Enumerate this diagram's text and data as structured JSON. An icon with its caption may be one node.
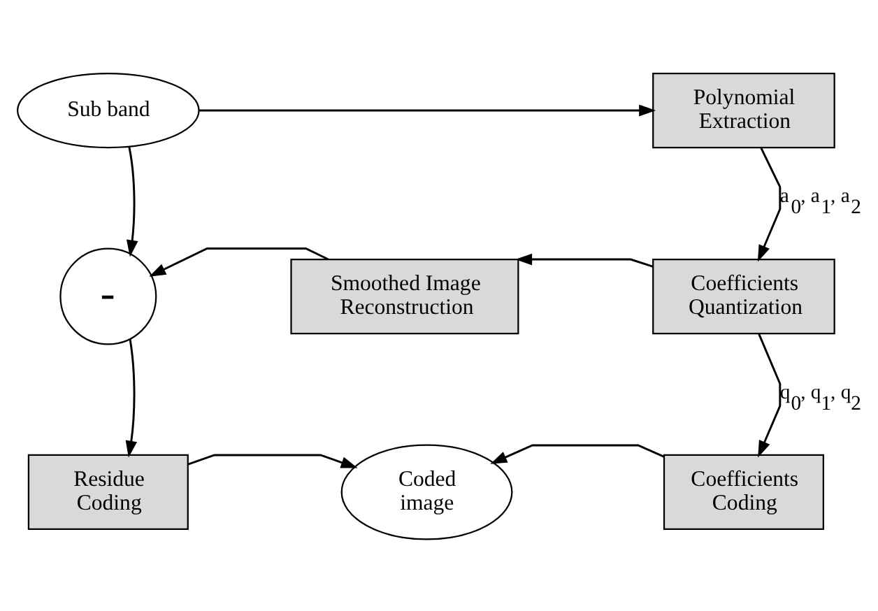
{
  "diagram": {
    "nodes": [
      {
        "text": [
          "Sub band"
        ]
      },
      {
        "text": [
          "Polynomial Extraction"
        ]
      },
      {
        "text": [
          "Coefficients Quantization"
        ]
      },
      {
        "text": [
          "Smoothed Image Reconstruction"
        ]
      },
      {
        "text": [
          "-"
        ]
      },
      {
        "text": [
          "Residue Coding"
        ]
      },
      {
        "text": [
          "Coded image"
        ]
      },
      {
        "text": [
          "Coefficients Coding"
        ]
      }
    ],
    "edges": [
      {
        "from": 0,
        "to": 1,
        "arrow": "to"
      },
      {
        "from": 1,
        "to": 2,
        "arrow": "to",
        "label": "a$_{0}$, a$_{1}$, a$_{2}$"
      },
      {
        "from": 2,
        "to": 3,
        "arrow": "to"
      },
      {
        "from": 3,
        "to": 4,
        "arrow": "to"
      },
      {
        "from": 0,
        "to": 4,
        "arrow": "to"
      },
      {
        "from": 2,
        "to": 7,
        "arrow": "to",
        "label": "q$_{0}$, q$_{1}$, q$_{2}$"
      },
      {
        "from": 4,
        "to": 5,
        "arrow": "to"
      },
      {
        "from": 5,
        "to": 6,
        "arrow": "to"
      },
      {
        "from": 7,
        "to": 6,
        "arrow": "to"
      }
    ]
  }
}
